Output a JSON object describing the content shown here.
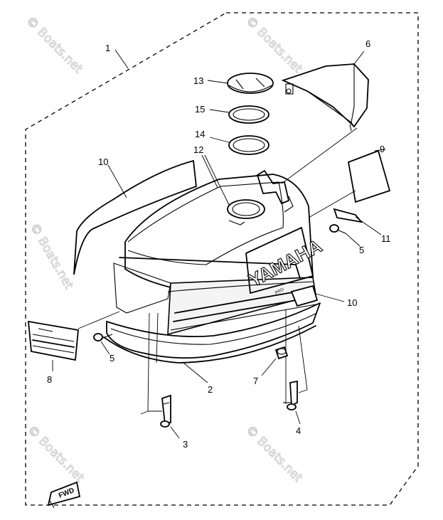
{
  "diagram": {
    "brand_label": "YAMAHA",
    "brand_sub_label": "PRO",
    "fwd_label": "FWD",
    "watermark": "© Boats.net",
    "callouts": [
      {
        "id": "c1",
        "label": "1"
      },
      {
        "id": "c2",
        "label": "2"
      },
      {
        "id": "c3",
        "label": "3"
      },
      {
        "id": "c4",
        "label": "4"
      },
      {
        "id": "c5a",
        "label": "5"
      },
      {
        "id": "c5b",
        "label": "5"
      },
      {
        "id": "c6",
        "label": "6"
      },
      {
        "id": "c7",
        "label": "7"
      },
      {
        "id": "c8",
        "label": "8"
      },
      {
        "id": "c9",
        "label": "9"
      },
      {
        "id": "c10a",
        "label": "10"
      },
      {
        "id": "c10b",
        "label": "10"
      },
      {
        "id": "c11",
        "label": "11"
      },
      {
        "id": "c12",
        "label": "12"
      },
      {
        "id": "c13",
        "label": "13"
      },
      {
        "id": "c14",
        "label": "14"
      },
      {
        "id": "c15",
        "label": "15"
      }
    ]
  }
}
